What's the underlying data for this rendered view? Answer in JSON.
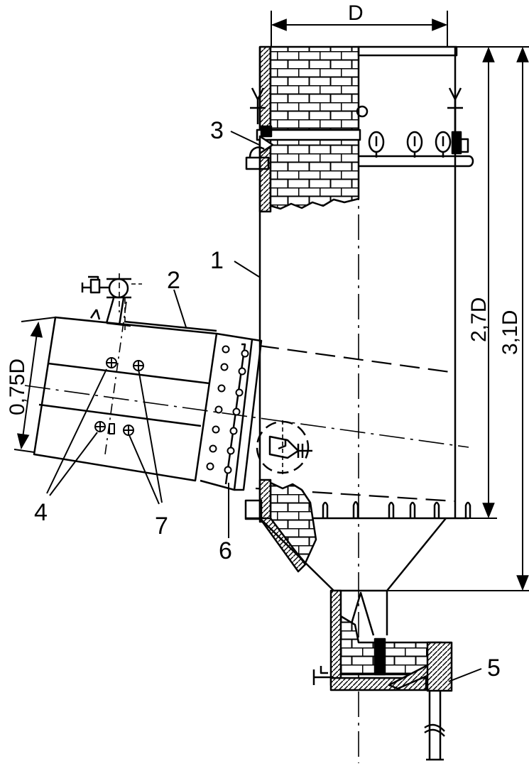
{
  "diagram": {
    "labels": {
      "l1": "1",
      "l2": "2",
      "l3": "3",
      "l4": "4",
      "l5": "5",
      "l6": "6",
      "l7": "7"
    },
    "dimensions": {
      "width": "D",
      "drum_diameter": "0,75D",
      "shaft_height": "2,7D",
      "total_height": "3,1D"
    },
    "colors": {
      "ink": "#000000",
      "paper": "#ffffff"
    }
  }
}
